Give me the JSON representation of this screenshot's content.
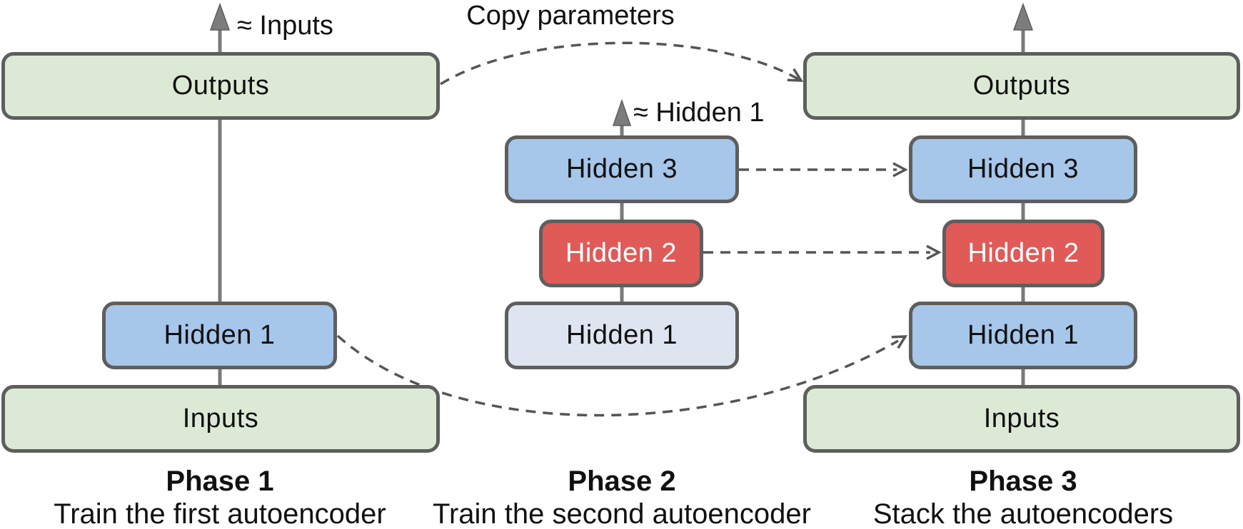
{
  "copy_parameters_label": "Copy parameters",
  "phases": [
    {
      "caption_title": "Phase 1",
      "caption_subtitle": "Train the first autoencoder",
      "approx_label": "≈ Inputs",
      "boxes": [
        {
          "label": "Outputs",
          "color_key": "green"
        },
        {
          "label": "Hidden 1",
          "color_key": "blue"
        },
        {
          "label": "Inputs",
          "color_key": "green"
        }
      ]
    },
    {
      "caption_title": "Phase 2",
      "caption_subtitle": "Train the second autoencoder",
      "approx_label": "≈ Hidden 1",
      "boxes": [
        {
          "label": "Hidden 3",
          "color_key": "blue"
        },
        {
          "label": "Hidden 2",
          "color_key": "red"
        },
        {
          "label": "Hidden 1",
          "color_key": "pale_blue"
        }
      ]
    },
    {
      "caption_title": "Phase 3",
      "caption_subtitle": "Stack the autoencoders",
      "boxes": [
        {
          "label": "Outputs",
          "color_key": "green"
        },
        {
          "label": "Hidden 3",
          "color_key": "blue"
        },
        {
          "label": "Hidden 2",
          "color_key": "red"
        },
        {
          "label": "Hidden 1",
          "color_key": "blue"
        },
        {
          "label": "Inputs",
          "color_key": "green"
        }
      ]
    }
  ],
  "colors": {
    "green": "#dcead5",
    "blue": "#a6c6ea",
    "pale_blue": "#dee5f0",
    "red": "#e05a58",
    "box_border": "#5e5e5e",
    "solid_line": "#7a7a7a",
    "dashed_line": "#555555",
    "text": "#111111",
    "text_on_red": "#ffffff"
  }
}
